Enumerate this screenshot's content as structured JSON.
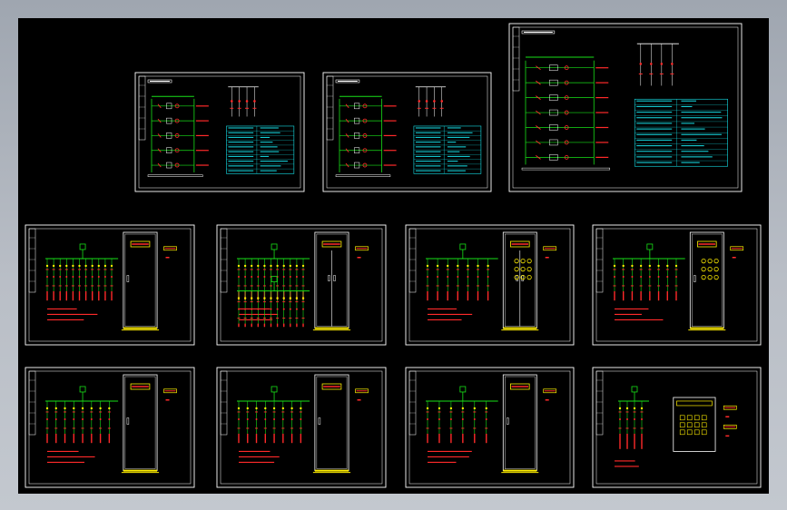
{
  "colors": {
    "canvas": "#000000",
    "border": "#ffffff",
    "red": "#ff2a2a",
    "green": "#18e018",
    "yellow": "#ffee00",
    "cyan": "#16e0e8",
    "magenta": "#ff35ff"
  },
  "sheets": [
    {
      "id": "sheet-1",
      "type": "schematic-main"
    },
    {
      "id": "sheet-2",
      "type": "schematic-small"
    },
    {
      "id": "sheet-3",
      "type": "schematic-large"
    },
    {
      "id": "sheet-4",
      "type": "cabinet-single-door"
    },
    {
      "id": "sheet-5",
      "type": "cabinet-double-door"
    },
    {
      "id": "sheet-6",
      "type": "cabinet-double-door-meters"
    },
    {
      "id": "sheet-7",
      "type": "cabinet-single-door-meters"
    },
    {
      "id": "sheet-8",
      "type": "cabinet-single-door"
    },
    {
      "id": "sheet-9",
      "type": "cabinet-single-door"
    },
    {
      "id": "sheet-10",
      "type": "cabinet-single-door-small"
    },
    {
      "id": "sheet-11",
      "type": "control-box"
    }
  ]
}
